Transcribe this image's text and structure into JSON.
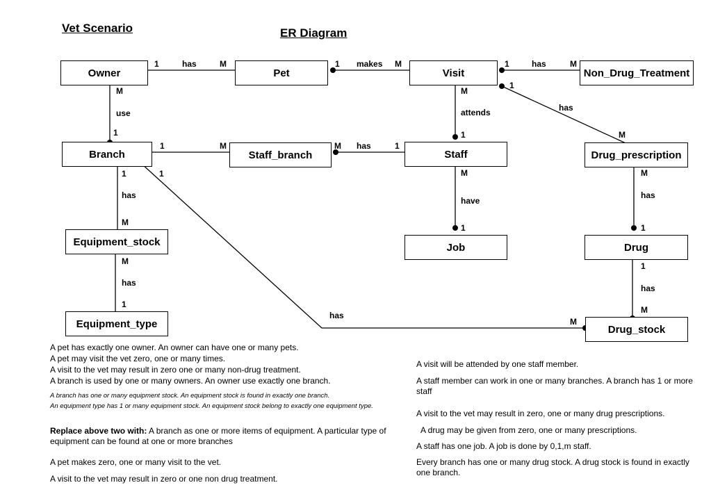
{
  "titles": {
    "scenario": "Vet Scenario",
    "diagram": "ER Diagram"
  },
  "entities": {
    "owner": "Owner",
    "pet": "Pet",
    "visit": "Visit",
    "non_drug_treatment": "Non_Drug_Treatment",
    "branch": "Branch",
    "staff_branch": "Staff_branch",
    "staff": "Staff",
    "drug_prescription": "Drug_prescription",
    "equipment_stock": "Equipment_stock",
    "job": "Job",
    "drug": "Drug",
    "equipment_type": "Equipment_type",
    "drug_stock": "Drug_stock"
  },
  "relationships": {
    "owner_pet": {
      "verb": "has",
      "from": "1",
      "to": "M"
    },
    "pet_visit": {
      "verb": "makes",
      "from": "1",
      "to": "M"
    },
    "visit_ndt": {
      "verb": "has",
      "from": "1",
      "to": "M"
    },
    "owner_branch": {
      "verb": "use",
      "from": "M",
      "to": "1"
    },
    "visit_staff": {
      "verb": "attends",
      "from": "M",
      "to": "1"
    },
    "visit_dp": {
      "verb": "has",
      "from": "1",
      "to": "M"
    },
    "branch_sb": {
      "from": "1",
      "to": "M"
    },
    "sb_staff": {
      "verb": "has",
      "from": "M",
      "to": "1"
    },
    "branch_es": {
      "verb": "has",
      "from": "1",
      "to": "M"
    },
    "staff_job": {
      "verb": "have",
      "from": "M",
      "to": "1"
    },
    "dp_drug": {
      "verb": "has",
      "from": "M",
      "to": "1"
    },
    "es_et": {
      "verb": "has",
      "from": "M",
      "to": "1"
    },
    "drug_ds": {
      "verb": "has",
      "from": "1",
      "to": "M"
    },
    "branch_ds": {
      "verb": "has",
      "from": "1",
      "to": "M"
    }
  },
  "notes_left": {
    "l1": "A pet has exactly one owner.  An owner can have one or many pets.",
    "l2": "A pet may visit the vet zero, one or many times.",
    "l3": "A visit to the vet may result in zero one or many non-drug treatment.",
    "l4": "A branch is used by one or many owners. An owner use exactly one branch.",
    "s1": "A branch has one or many equipment stock. An equipment stock is found in exactly one branch.",
    "s2": "An equipment type has 1 or many equipment stock. An equipment stock belong to exactly one equipment type.",
    "replace_bold": "Replace above two with:",
    "replace_text": " A branch as one or more items of equipment. A particular type of equipment can be found at one or more branches",
    "l5": "A pet makes zero, one or many visit to the vet.",
    "l6": "A visit to the vet may result in zero or one non drug treatment."
  },
  "notes_right": {
    "r1": "A visit will be attended by one staff member.",
    "r2": "A staff member can work in one or many branches. A branch has 1 or more staff",
    "r3": "A visit to the vet may result in zero, one or many drug prescriptions.",
    "r4": "  A drug may be given from zero, one or many prescriptions.",
    "r5": "A staff has one job.  A job is done by 0,1,m staff.",
    "r6": "Every branch has one or many drug stock. A drug stock is found in exactly one branch."
  }
}
